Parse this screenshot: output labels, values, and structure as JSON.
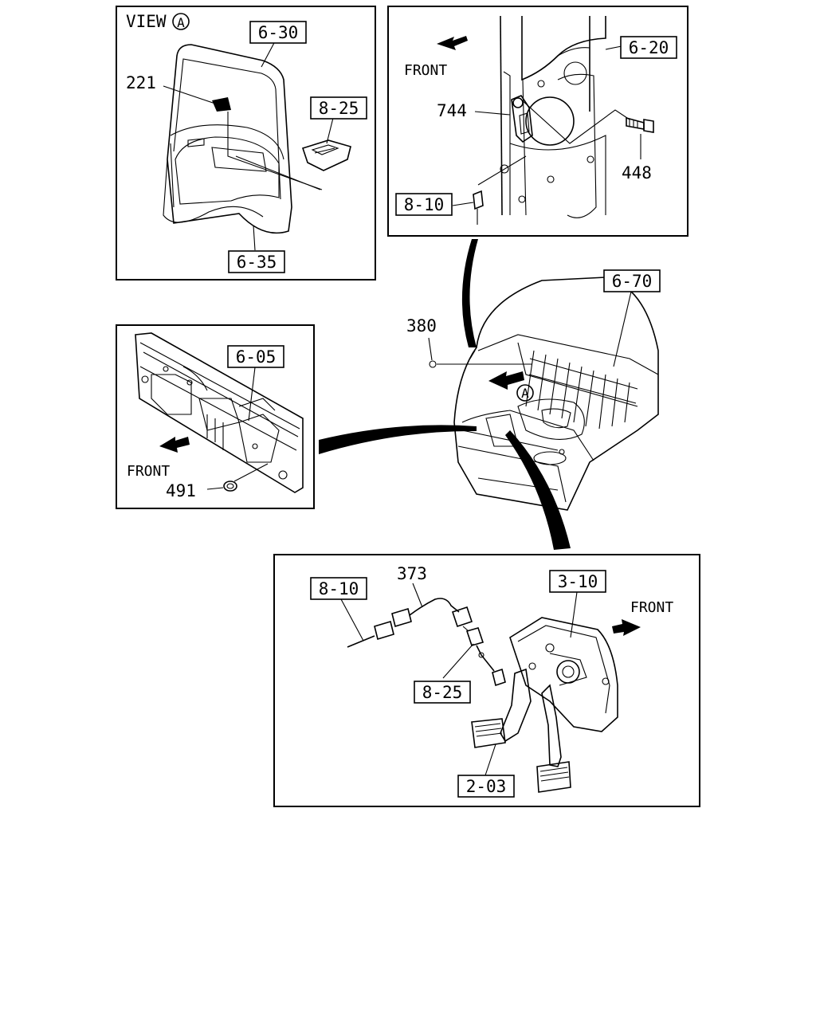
{
  "panels": {
    "view_a": {
      "view_label": "VIEW",
      "view_marker": "A",
      "refs": [
        "6-30",
        "8-25",
        "6-35"
      ],
      "parts": [
        "221"
      ]
    },
    "sensor": {
      "direction": "FRONT",
      "refs": [
        "6-20",
        "8-10"
      ],
      "parts": [
        "744",
        "448"
      ]
    },
    "cab": {
      "refs": [
        "6-70"
      ],
      "parts": [
        "380"
      ],
      "view_marker": "A"
    },
    "dash": {
      "direction": "FRONT",
      "refs": [
        "6-05"
      ],
      "parts": [
        "491"
      ]
    },
    "pedal": {
      "direction": "FRONT",
      "refs": [
        "8-10",
        "3-10",
        "8-25",
        "2-03"
      ],
      "parts": [
        "373"
      ]
    }
  }
}
